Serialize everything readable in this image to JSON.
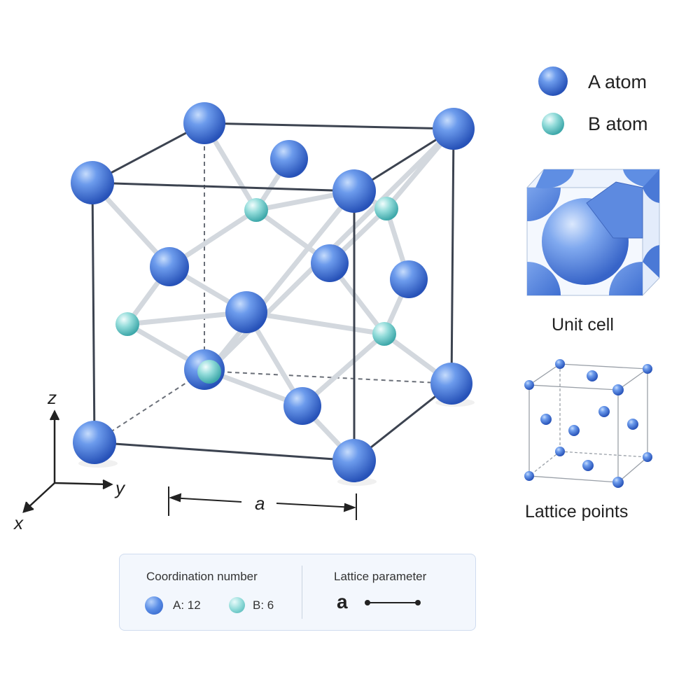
{
  "legend_top": {
    "a_atom_label": "A atom",
    "b_atom_label": "B atom"
  },
  "axes": {
    "x": "x",
    "y": "y",
    "z": "z"
  },
  "dimension_label": "a",
  "side_panels": {
    "unit_cell_label": "Unit cell",
    "lattice_points_label": "Lattice points"
  },
  "info_panel": {
    "coordination_title": "Coordination number",
    "coord_a": "A: 12",
    "coord_b": "B: 6",
    "lattice_title": "Lattice parameter",
    "lattice_symbol": "a"
  },
  "colors": {
    "a_atom": "#4a7fdc",
    "b_atom": "#7fd3d2",
    "bond": "#d6dbe0",
    "edge": "#3a4150"
  },
  "icons": [
    "a-atom-sphere",
    "b-atom-sphere",
    "axis-arrow",
    "dimension-arrow"
  ]
}
